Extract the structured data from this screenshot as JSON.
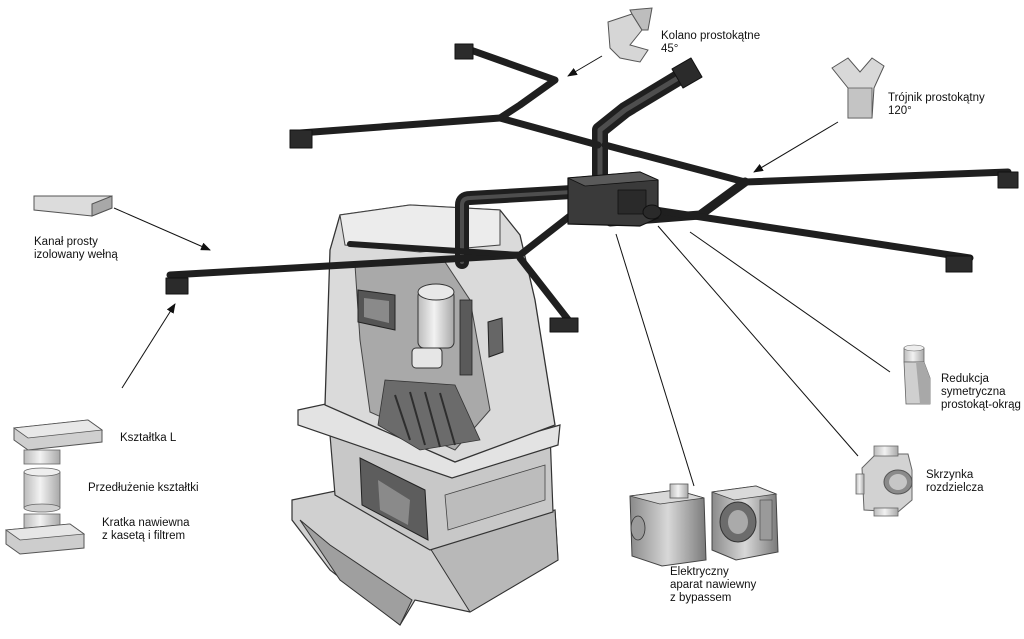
{
  "colors": {
    "duct": "#2a2a2a",
    "duct_light": "#4a4a4a",
    "stove_body": "#dcdcdc",
    "stove_shadow": "#9a9a9a",
    "stove_dark": "#5a5a5a",
    "component_light": "#e6e6e6",
    "component_mid": "#bdbdbd",
    "leader": "#111111",
    "text": "#111111"
  },
  "labels": {
    "kolano": [
      "Kolano prostokątne",
      "45°"
    ],
    "trojnik": [
      "Trójnik prostokątny",
      "120°"
    ],
    "kanal": [
      "Kanał prosty",
      "izolowany wełną"
    ],
    "redukcja": [
      "Redukcja",
      "symetryczna",
      "prostokąt-okrąg"
    ],
    "skrzynka": [
      "Skrzynka",
      "rozdzielcza"
    ],
    "ksztaltka": "Kształtka L",
    "przedluzenie": "Przedłużenie kształtki",
    "kratka": [
      "Kratka nawiewna",
      "z kasetą i filtrem"
    ],
    "aparat": [
      "Elektryczny",
      "aparat nawiewny",
      "z bypassem"
    ]
  }
}
